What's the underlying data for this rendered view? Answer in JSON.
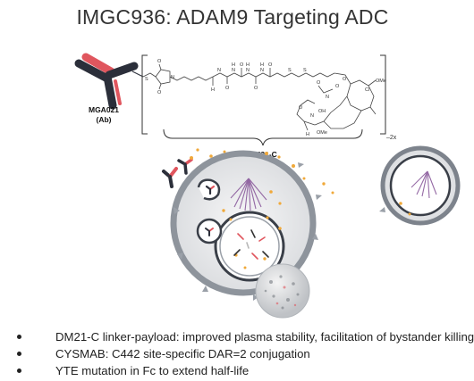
{
  "title": "IMGC936: ADAM9 Targeting ADC",
  "structure": {
    "antibody_name": "MGA021",
    "antibody_sub": "(Ab)",
    "linker_payload_name": "DM21-C",
    "subscript": "–2x",
    "atoms": [
      "O",
      "N",
      "S",
      "O",
      "H",
      "N",
      "O",
      "N",
      "H",
      "O",
      "N",
      "H",
      "O",
      "N",
      "H",
      "O",
      "S",
      "S",
      "O",
      "N",
      "O",
      "O",
      "Cl",
      "OMe",
      "O",
      "N",
      "OH",
      "H",
      "OMe"
    ]
  },
  "bullets": [
    "DM21-C linker-payload: improved plasma stability, facilitation of bystander killing",
    "CYSMAB: C442 site-specific DAR=2 conjugation",
    "YTE mutation in Fc to extend half-life"
  ],
  "colors": {
    "antibody_dark": "#2b2f3a",
    "antibody_red": "#e0565e",
    "membrane": "#7d838c",
    "payload_orange": "#f0a93a",
    "microtubule": "#8a5a9c"
  }
}
